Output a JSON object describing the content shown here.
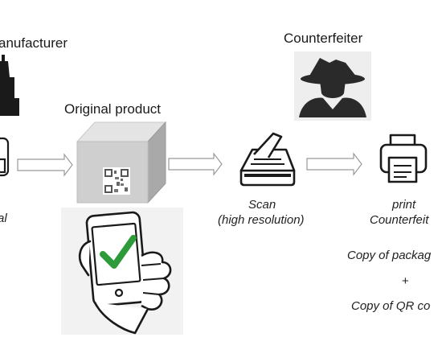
{
  "labels": {
    "manufacturer": "anufacturer",
    "counterfeiter": "Counterfeiter",
    "original_product": "Original product",
    "left_printer_caption": "al",
    "scan": "Scan",
    "scan_detail": "(high resolution)",
    "print": "print",
    "print_detail": "Counterfeit",
    "copy_packaging": "Copy of packag",
    "plus": "+",
    "copy_qr": "Copy of QR co"
  },
  "icons": {
    "factory": "factory-icon",
    "spy": "spy-icon",
    "printer_left": "printer-icon",
    "box": "product-box-icon",
    "qr": "qr-code-icon",
    "phone": "phone-check-icon",
    "scanner": "scanner-icon",
    "printer_right": "printer-icon"
  },
  "colors": {
    "check": "#2e9b3a",
    "spy_bg": "#eeeeee",
    "spy": "#2a2a2a"
  }
}
